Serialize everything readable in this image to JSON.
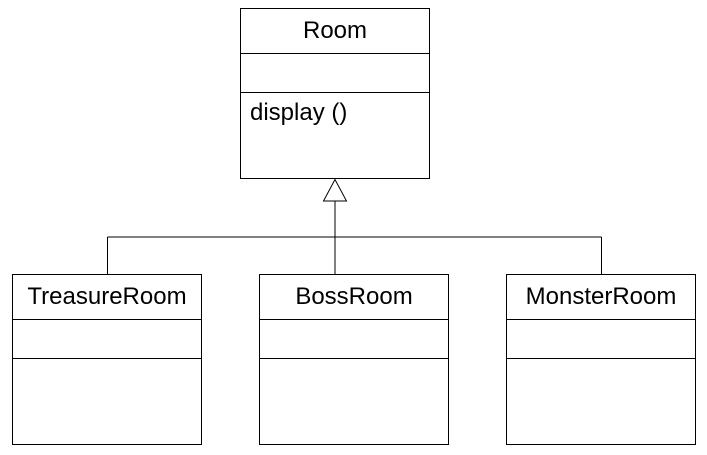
{
  "diagram": {
    "parent": {
      "name": "Room",
      "attributes": [],
      "operations": [
        "display ()"
      ]
    },
    "children": [
      {
        "name": "TreasureRoom",
        "attributes": [],
        "operations": []
      },
      {
        "name": "BossRoom",
        "attributes": [],
        "operations": []
      },
      {
        "name": "MonsterRoom",
        "attributes": [],
        "operations": []
      }
    ],
    "relationship": "generalization",
    "colors": {
      "line": "#000000",
      "fill": "#ffffff"
    }
  }
}
